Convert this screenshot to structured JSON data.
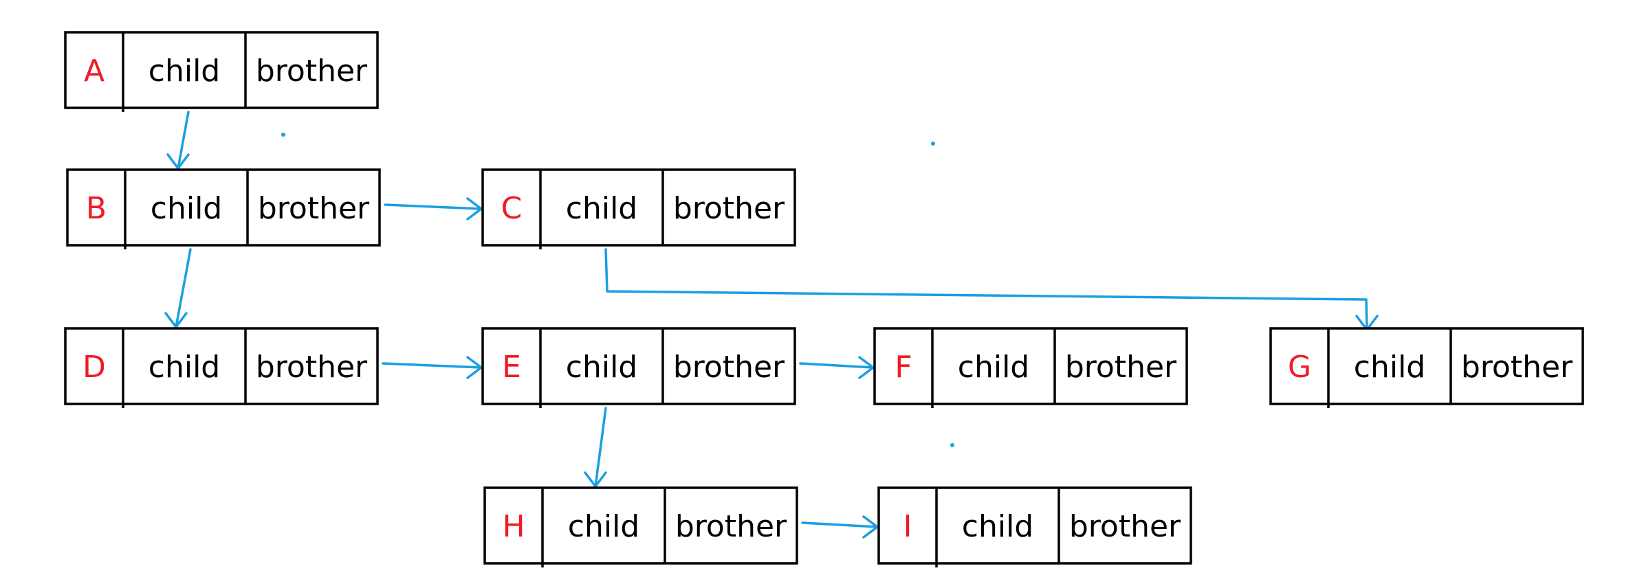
{
  "diagram": {
    "colors": {
      "box_stroke": "#000000",
      "node_label": "#ee1c25",
      "field_text": "#000000",
      "arrow": "#1a9fe0"
    },
    "nodes": [
      {
        "id": "A",
        "label": "A",
        "fields": [
          "child",
          "brother"
        ]
      },
      {
        "id": "B",
        "label": "B",
        "fields": [
          "child",
          "brother"
        ]
      },
      {
        "id": "C",
        "label": "C",
        "fields": [
          "child",
          "brother"
        ]
      },
      {
        "id": "D",
        "label": "D",
        "fields": [
          "child",
          "brother"
        ]
      },
      {
        "id": "E",
        "label": "E",
        "fields": [
          "child",
          "brother"
        ]
      },
      {
        "id": "F",
        "label": "F",
        "fields": [
          "child",
          "brother"
        ]
      },
      {
        "id": "G",
        "label": "G",
        "fields": [
          "child",
          "brother"
        ]
      },
      {
        "id": "H",
        "label": "H",
        "fields": [
          "child",
          "brother"
        ]
      },
      {
        "id": "I",
        "label": "I",
        "fields": [
          "child",
          "brother"
        ]
      }
    ],
    "edges": [
      {
        "from": "A",
        "via": "child",
        "to": "B"
      },
      {
        "from": "B",
        "via": "brother",
        "to": "C"
      },
      {
        "from": "B",
        "via": "child",
        "to": "D"
      },
      {
        "from": "C",
        "via": "child",
        "to": "G"
      },
      {
        "from": "D",
        "via": "brother",
        "to": "E"
      },
      {
        "from": "E",
        "via": "brother",
        "to": "F"
      },
      {
        "from": "E",
        "via": "child",
        "to": "H"
      },
      {
        "from": "H",
        "via": "brother",
        "to": "I"
      }
    ]
  }
}
